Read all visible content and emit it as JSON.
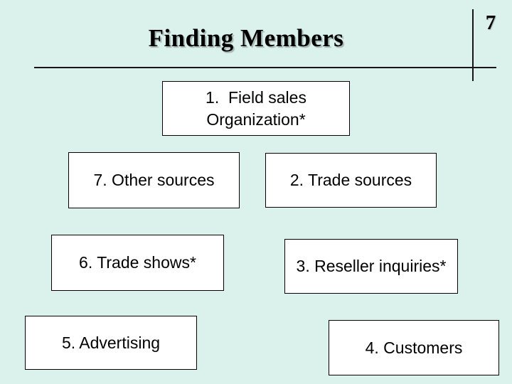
{
  "slide": {
    "title": "Finding Members",
    "page_number": "7",
    "colors": {
      "background": "#dbf2ec",
      "box_bg": "#ffffff",
      "box_border": "#000000",
      "line_color": "#161616",
      "text_color": "#000000",
      "shadow_color": "#a3b2ad"
    },
    "boxes": [
      {
        "id": "field-sales-organization",
        "lines": [
          "1.  Field sales",
          "Organization*"
        ]
      },
      {
        "id": "other-sources",
        "lines": [
          "7. Other sources"
        ]
      },
      {
        "id": "trade-sources",
        "lines": [
          "2. Trade sources"
        ]
      },
      {
        "id": "trade-shows",
        "lines": [
          "6. Trade shows*"
        ]
      },
      {
        "id": "reseller-inquiries",
        "lines": [
          "3. Reseller inquiries*"
        ]
      },
      {
        "id": "advertising",
        "lines": [
          "5. Advertising"
        ]
      },
      {
        "id": "customers",
        "lines": [
          "4. Customers"
        ]
      }
    ]
  }
}
